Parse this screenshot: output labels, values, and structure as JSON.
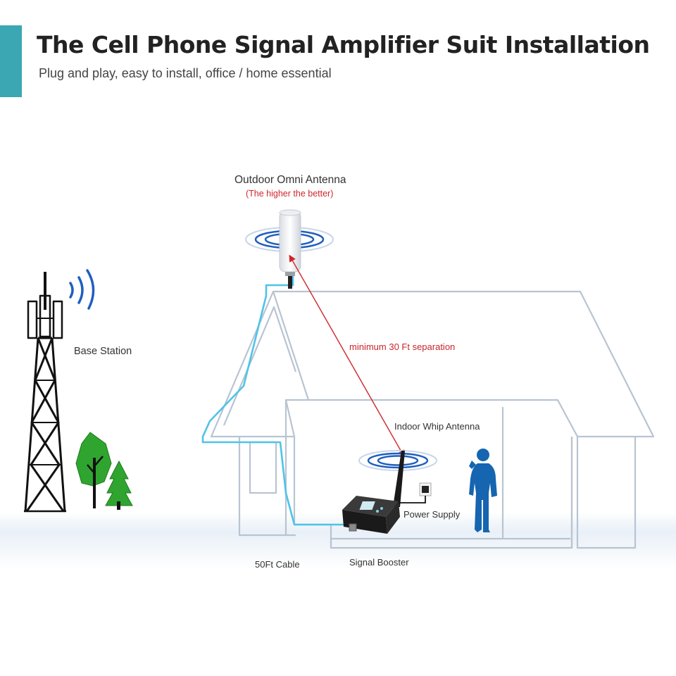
{
  "header": {
    "title": "The Cell Phone Signal Amplifier Suit Installation",
    "subtitle": "Plug and play, easy to install, office / home essential"
  },
  "labels": {
    "outdoor_antenna": "Outdoor Omni Antenna",
    "outdoor_antenna_note": "(The higher the better)",
    "base_station": "Base Station",
    "separation": "minimum 30 Ft separation",
    "indoor_antenna": "Indoor Whip Antenna",
    "power_supply": "Power Supply",
    "cable": "50Ft Cable",
    "signal_booster": "Signal Booster"
  },
  "colors": {
    "accent": "#3aa7b3",
    "cable": "#4fc3e8",
    "separation_arrow": "#d0262b",
    "signal_wave": "#1f5fbf",
    "person": "#1565b0",
    "tree": "#2fa52f",
    "house_outline": "#b8c4d2"
  }
}
